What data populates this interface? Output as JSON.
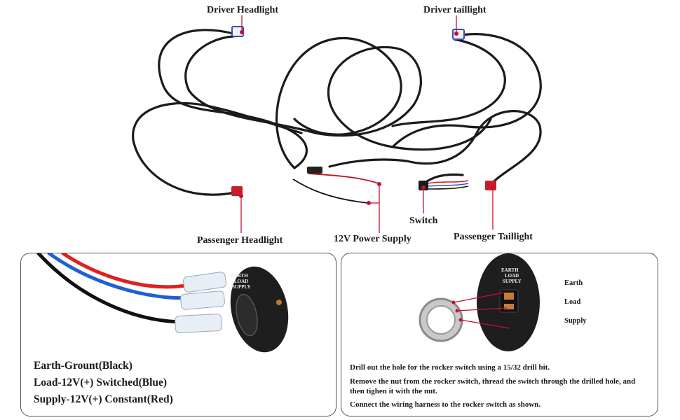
{
  "harness": {
    "callouts": {
      "driver_headlight": "Driver Headlight",
      "driver_taillight": "Driver taillight",
      "passenger_headlight": "Passenger Headlight",
      "power_supply": "12V Power Supply",
      "switch": "Switch",
      "passenger_taillight": "Passenger Taillight"
    }
  },
  "left_panel": {
    "switch_face": [
      "EARTH",
      "LOAD",
      "SUPPLY"
    ],
    "wires": [
      {
        "label": "Earth-Grount(Black)",
        "color": "#111111"
      },
      {
        "label": "Load-12V(+) Switched(Blue)",
        "color": "#1f5fd6"
      },
      {
        "label": "Supply-12V(+) Constant(Red)",
        "color": "#e02020"
      }
    ]
  },
  "right_panel": {
    "switch_face": [
      "EARTH",
      "LOAD",
      "SUPPLY"
    ],
    "terminal_labels": [
      "Earth",
      "Load",
      "Supply"
    ],
    "steps": [
      "Drill out the hole for the rocker switch using a 15/32 drill bit.",
      "Remove the nut from the rocker switch, thread the switch through the drilled hole, and then tighen it with the nut.",
      "Connect the wiring harness to the rocker switch as shown."
    ]
  },
  "colors": {
    "accent_red": "#c8102e",
    "wire_black": "#111111",
    "wire_blue": "#1f5fd6",
    "wire_red": "#e02020"
  }
}
